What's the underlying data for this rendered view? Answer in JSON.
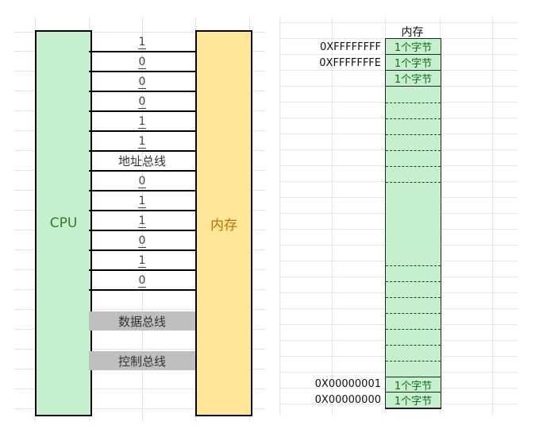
{
  "left": {
    "cpu_label": "CPU",
    "memory_label": "内存",
    "address_bits": [
      "1",
      "0",
      "0",
      "0",
      "1",
      "1"
    ],
    "address_bus_label": "地址总线",
    "address_bits_lower": [
      "0",
      "1",
      "1",
      "0",
      "1",
      "0"
    ],
    "data_bus_label": "数据总线",
    "control_bus_label": "控制总线",
    "colors": {
      "cpu_fill": "#c6efce",
      "memory_fill": "#ffe699",
      "cpu_text": "#2e7d32",
      "memory_text": "#c07000",
      "bus_band": "#bfbfbf"
    }
  },
  "right": {
    "header": "内存",
    "cell_label": "1个字节",
    "addresses": {
      "top1": "0XFFFFFFFF",
      "top2": "0XFFFFFFFE",
      "bottom1": "0X00000001",
      "bottom0": "0X00000000"
    },
    "colors": {
      "cell_fill": "#c6efce",
      "cell_text": "#0e6b1f"
    }
  }
}
